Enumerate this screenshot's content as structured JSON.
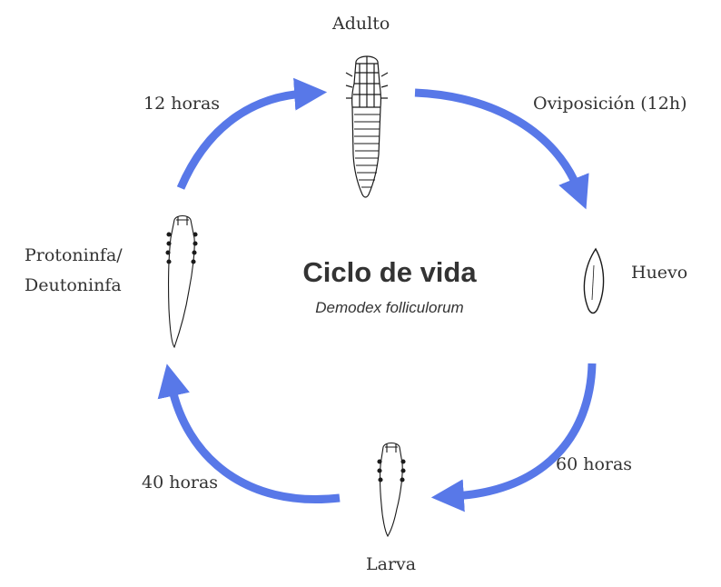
{
  "diagram": {
    "title": "Ciclo de vida",
    "subtitle": "Demodex folliculorum",
    "accent_color": "#5878e8",
    "stages": {
      "adult": "Adulto",
      "egg": "Huevo",
      "larva": "Larva",
      "protonymph_line1": "Protoninfa/",
      "protonymph_line2": "Deutoninfa"
    },
    "transitions": {
      "adult_to_egg": "Oviposición (12h)",
      "egg_to_larva": "60 horas",
      "larva_to_protonymph": "40 horas",
      "protonymph_to_adult": "12 horas"
    },
    "icons": [
      "adult-mite-icon",
      "egg-icon",
      "larva-mite-icon",
      "protonymph-mite-icon"
    ]
  }
}
